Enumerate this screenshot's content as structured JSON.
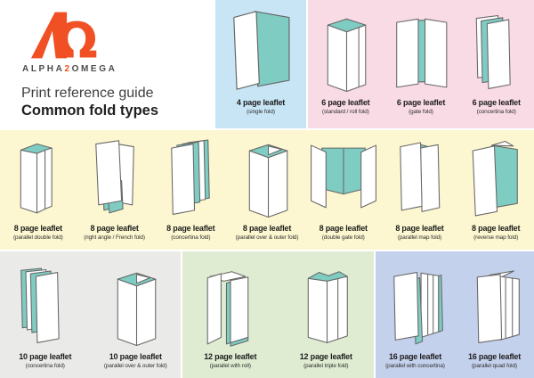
{
  "header": {
    "brand_left": "ALPHA",
    "brand_digit": "2",
    "brand_right": "OMEGA",
    "title": "Print reference guide",
    "subtitle": "Common fold types",
    "logo_icon": "alpha-omega-monogram"
  },
  "palette": {
    "logo_orange": "#f05023",
    "fold_teal": "#7fccc2",
    "outline_grey": "#676767",
    "section_blue": "#c8e5f5",
    "section_pink": "#f9dbe6",
    "section_yellow": "#fcf7d0",
    "section_grey": "#eaeae8",
    "section_green": "#dfecd2",
    "section_lavender": "#c4d1ec"
  },
  "sections": [
    {
      "id": "leaflet-4-page",
      "bg": "#c8e5f5",
      "items": [
        {
          "title": "4 page leaflet",
          "subtitle": "(single fold)",
          "diagram": "single-fold"
        }
      ]
    },
    {
      "id": "leaflet-6-page",
      "bg": "#f9dbe6",
      "items": [
        {
          "title": "6 page leaflet",
          "subtitle": "(standard / roll fold)",
          "diagram": "roll-fold"
        },
        {
          "title": "6 page leaflet",
          "subtitle": "(gate fold)",
          "diagram": "gate-fold"
        },
        {
          "title": "6 page leaflet",
          "subtitle": "(concertina fold)",
          "diagram": "concertina-6"
        }
      ]
    },
    {
      "id": "leaflet-8-page",
      "bg": "#fcf7d0",
      "items": [
        {
          "title": "8 page leaflet",
          "subtitle": "(parallel double fold)",
          "diagram": "parallel-double"
        },
        {
          "title": "8 page leaflet",
          "subtitle": "(right angle / French fold)",
          "diagram": "french-fold"
        },
        {
          "title": "8 page leaflet",
          "subtitle": "(concertina fold)",
          "diagram": "concertina-8"
        },
        {
          "title": "8 page leaflet",
          "subtitle": "(parallel over & outer fold)",
          "diagram": "parallel-over-outer"
        },
        {
          "title": "8 page leaflet",
          "subtitle": "(double gate fold)",
          "diagram": "double-gate"
        },
        {
          "title": "8 page leaflet",
          "subtitle": "(parallel map fold)",
          "diagram": "parallel-map"
        },
        {
          "title": "8 page leaflet",
          "subtitle": "(reverse map fold)",
          "diagram": "reverse-map"
        }
      ]
    },
    {
      "id": "leaflet-10-page",
      "bg": "#eaeae8",
      "items": [
        {
          "title": "10 page leaflet",
          "subtitle": "(concertina fold)",
          "diagram": "concertina-10"
        },
        {
          "title": "10 page leaflet",
          "subtitle": "(parallel over & outer fold)",
          "diagram": "parallel-over-outer"
        }
      ]
    },
    {
      "id": "leaflet-12-page",
      "bg": "#dfecd2",
      "items": [
        {
          "title": "12 page leaflet",
          "subtitle": "(parallel with roll)",
          "diagram": "parallel-with-roll"
        },
        {
          "title": "12 page leaflet",
          "subtitle": "(parallel triple fold)",
          "diagram": "parallel-triple"
        }
      ]
    },
    {
      "id": "leaflet-16-page",
      "bg": "#c4d1ec",
      "items": [
        {
          "title": "16 page leaflet",
          "subtitle": "(parallel with concertina)",
          "diagram": "parallel-with-concertina"
        },
        {
          "title": "16 page leaflet",
          "subtitle": "(parallel quad fold)",
          "diagram": "parallel-quad"
        }
      ]
    }
  ]
}
